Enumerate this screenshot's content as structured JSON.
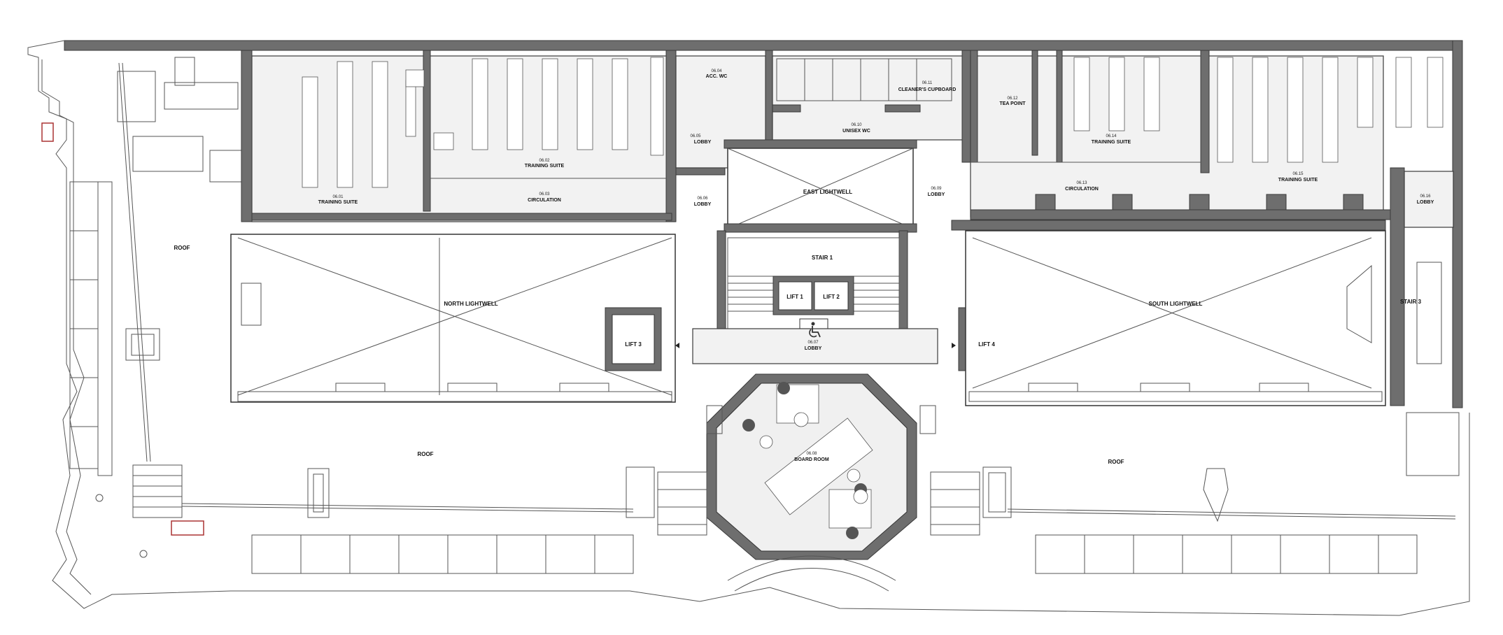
{
  "plan": {
    "rooms": [
      {
        "key": "training_suite_01",
        "number": "06.01",
        "name": "TRAINING SUITE"
      },
      {
        "key": "training_suite_02",
        "number": "06.02",
        "name": "TRAINING SUITE"
      },
      {
        "key": "circulation_03",
        "number": "06.03",
        "name": "CIRCULATION"
      },
      {
        "key": "acc_wc",
        "number": "06.04",
        "name": "ACC. WC"
      },
      {
        "key": "lobby_05",
        "number": "06.05",
        "name": "LOBBY"
      },
      {
        "key": "lobby_06",
        "number": "06.06",
        "name": "LOBBY"
      },
      {
        "key": "lobby_07",
        "number": "06.07",
        "name": "LOBBY"
      },
      {
        "key": "board_room",
        "number": "06.08",
        "name": "BOARD ROOM"
      },
      {
        "key": "lobby_09",
        "number": "06.09",
        "name": "LOBBY"
      },
      {
        "key": "unisex_wc",
        "number": "06.10",
        "name": "UNISEX WC"
      },
      {
        "key": "cleaners",
        "number": "06.11",
        "name": "CLEANER'S CUPBOARD"
      },
      {
        "key": "tea_point",
        "number": "06.12",
        "name": "TEA POINT"
      },
      {
        "key": "circulation_13",
        "number": "06.13",
        "name": "CIRCULATION"
      },
      {
        "key": "training_suite_14",
        "number": "06.14",
        "name": "TRAINING SUITE"
      },
      {
        "key": "training_suite_15",
        "number": "06.15",
        "name": "TRAINING SUITE"
      },
      {
        "key": "lobby_16",
        "number": "06.16",
        "name": "LOBBY"
      }
    ],
    "labels": {
      "roof_west": "ROOF",
      "roof_south_west": "ROOF",
      "roof_east": "ROOF",
      "north_lightwell": "NORTH LIGHTWELL",
      "south_lightwell": "SOUTH LIGHTWELL",
      "east_lightwell": "EAST LIGHTWELL",
      "stair_1": "STAIR 1",
      "stair_3": "STAIR 3",
      "lift_1": "LIFT 1",
      "lift_2": "LIFT 2",
      "lift_3": "LIFT 3",
      "lift_4": "LIFT 4"
    },
    "icons": {
      "accessible": "wheelchair-icon",
      "lift_call_left": "arrow-left-icon",
      "lift_call_right": "arrow-right-icon"
    },
    "colors": {
      "wall": "#6e6e6e",
      "room_fill": "#f2f2f2",
      "line": "#333333"
    }
  }
}
